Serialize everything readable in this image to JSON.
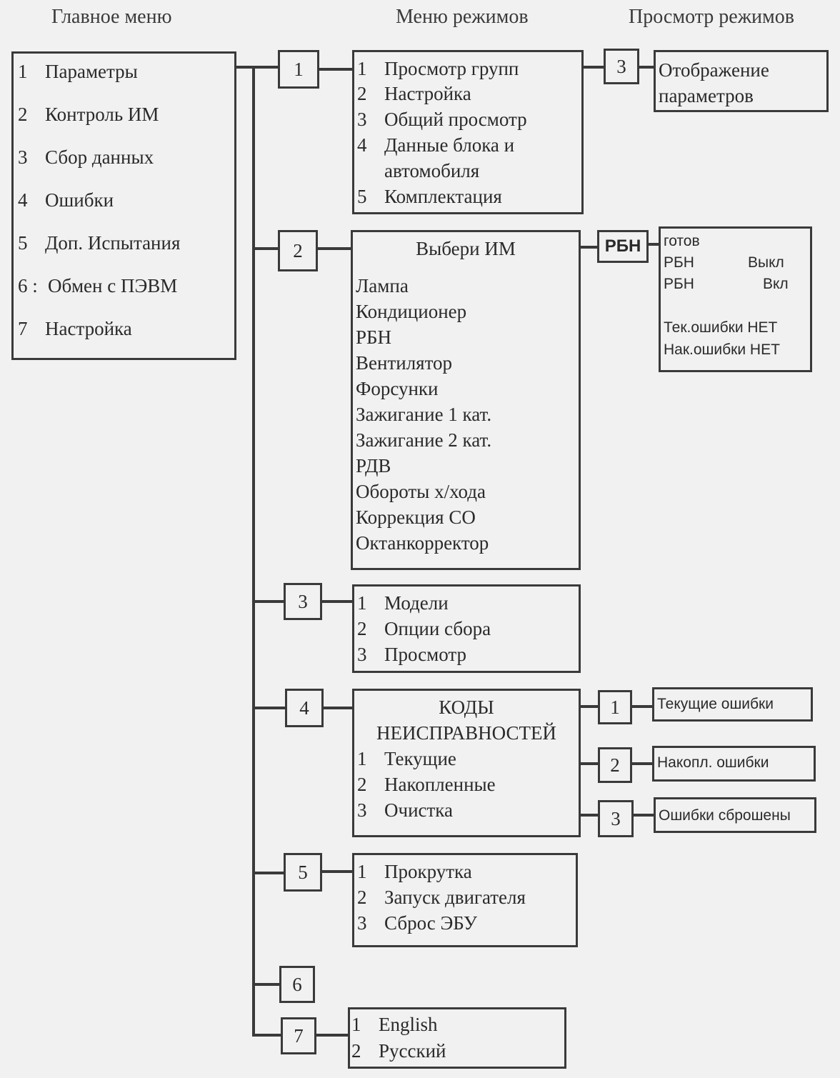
{
  "headers": {
    "main_menu": "Главное меню",
    "modes_menu": "Меню режимов",
    "modes_view": "Просмотр режимов"
  },
  "main_menu": [
    {
      "n": "1",
      "label": "Параметры"
    },
    {
      "n": "2",
      "label": "Контроль ИМ"
    },
    {
      "n": "3",
      "label": "Сбор данных"
    },
    {
      "n": "4",
      "label": "Ошибки"
    },
    {
      "n": "5",
      "label": "Доп. Испытания"
    },
    {
      "n": "6 :",
      "label": "Обмен с ПЭВМ"
    },
    {
      "n": "7",
      "label": "Настройка"
    }
  ],
  "connectors": [
    "1",
    "2",
    "3",
    "4",
    "5",
    "6",
    "7"
  ],
  "menu1": [
    {
      "n": "1",
      "label": "Просмотр групп"
    },
    {
      "n": "2",
      "label": "Настройка"
    },
    {
      "n": "3",
      "label": "Общий просмотр"
    },
    {
      "n": "4",
      "label": "Данные блока и"
    },
    {
      "n": "",
      "label": "автомобиля"
    },
    {
      "n": "5",
      "label": "Комплектация"
    }
  ],
  "view1": {
    "num": "3",
    "line1": "Отображение",
    "line2": "параметров"
  },
  "menu2": {
    "title": "Выбери ИМ",
    "items": [
      "Лампа",
      "Кондиционер",
      "РБН",
      "Вентилятор",
      "Форсунки",
      "Зажигание 1 кат.",
      "Зажигание 2 кат.",
      "РДВ",
      "Обороты х/хода",
      "Коррекция СО",
      "Октанкорректор"
    ]
  },
  "view2": {
    "label": "РБН",
    "l1": "готов",
    "l2a": "РБН",
    "l2b": "Выкл",
    "l3a": "РБН",
    "l3b": "Вкл",
    "l4": "Тек.ошибки НЕТ",
    "l5": "Нак.ошибки НЕТ"
  },
  "menu3": [
    {
      "n": "1",
      "label": "Модели"
    },
    {
      "n": "2",
      "label": "Опции сбора"
    },
    {
      "n": "3",
      "label": "Просмотр"
    }
  ],
  "menu4": {
    "title1": "КОДЫ",
    "title2": "НЕИСПРАВНОСТЕЙ",
    "items": [
      {
        "n": "1",
        "label": "Текущие"
      },
      {
        "n": "2",
        "label": "Накопленные"
      },
      {
        "n": "3",
        "label": "Очистка"
      }
    ]
  },
  "view4": [
    {
      "num": "1",
      "label": "Текущие ошибки"
    },
    {
      "num": "2",
      "label": "Накопл. ошибки"
    },
    {
      "num": "3",
      "label": "Ошибки сброшены"
    }
  ],
  "menu5": [
    {
      "n": "1",
      "label": "Прокрутка"
    },
    {
      "n": "2",
      "label": "Запуск двигателя"
    },
    {
      "n": "3",
      "label": "Сброс ЭБУ"
    }
  ],
  "menu7": [
    {
      "n": "1",
      "label": "English"
    },
    {
      "n": "2",
      "label": "Русский"
    }
  ]
}
